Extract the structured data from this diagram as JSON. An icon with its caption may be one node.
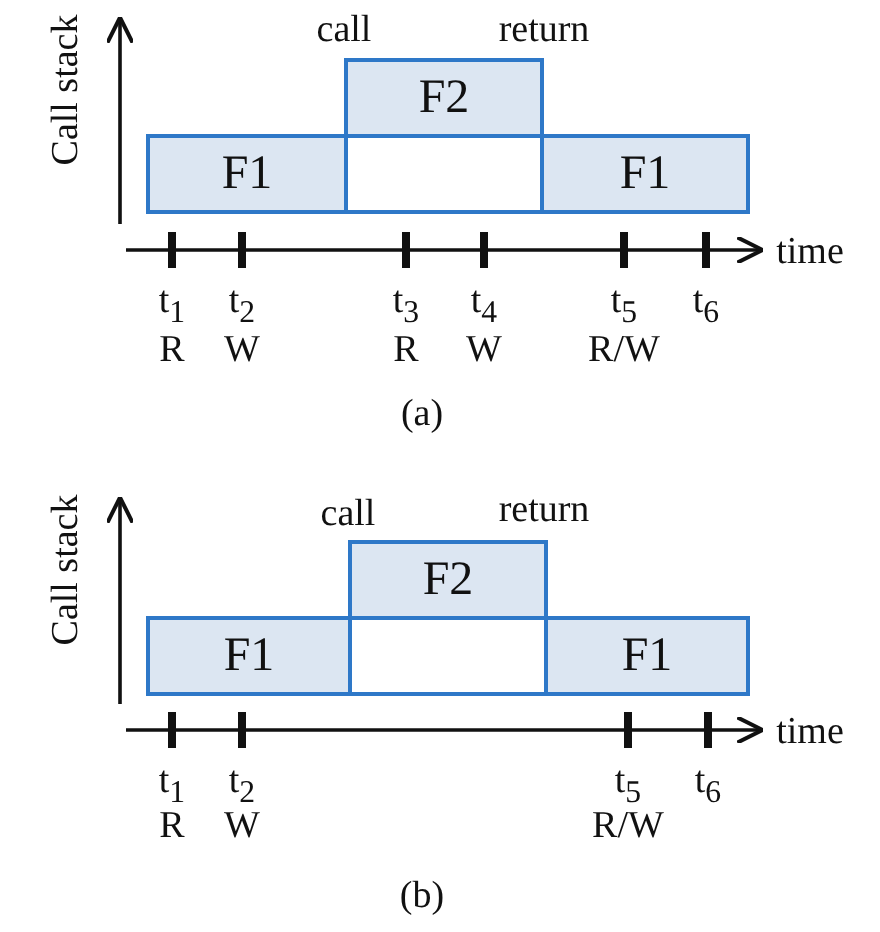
{
  "diagram": {
    "nodes": [
      {
        "text": [
          "F2"
        ]
      },
      {
        "text": [
          "F1"
        ]
      },
      {
        "text": [],
        "shape": "box"
      },
      {
        "text": [
          "F1"
        ]
      },
      {
        "text": [
          "F2"
        ]
      },
      {
        "text": [
          "F1"
        ]
      },
      {
        "text": [],
        "shape": "box"
      },
      {
        "text": [
          "F1"
        ]
      }
    ],
    "edges": [],
    "labels": [
      "Call stack",
      "call",
      "return",
      "time",
      "t$_{1}$",
      "t$_{2}$",
      "t$_{3}$",
      "t$_{4}$",
      "t$_{5}$",
      "t$_{6}$",
      "R",
      "W",
      "R",
      "W",
      "R/W",
      "(a)",
      "Call stack",
      "call",
      "return",
      "time",
      "t$_{1}$",
      "t$_{2}$",
      "t$_{5}$",
      "t$_{6}$",
      "R",
      "W",
      "R/W",
      "(b)"
    ]
  }
}
